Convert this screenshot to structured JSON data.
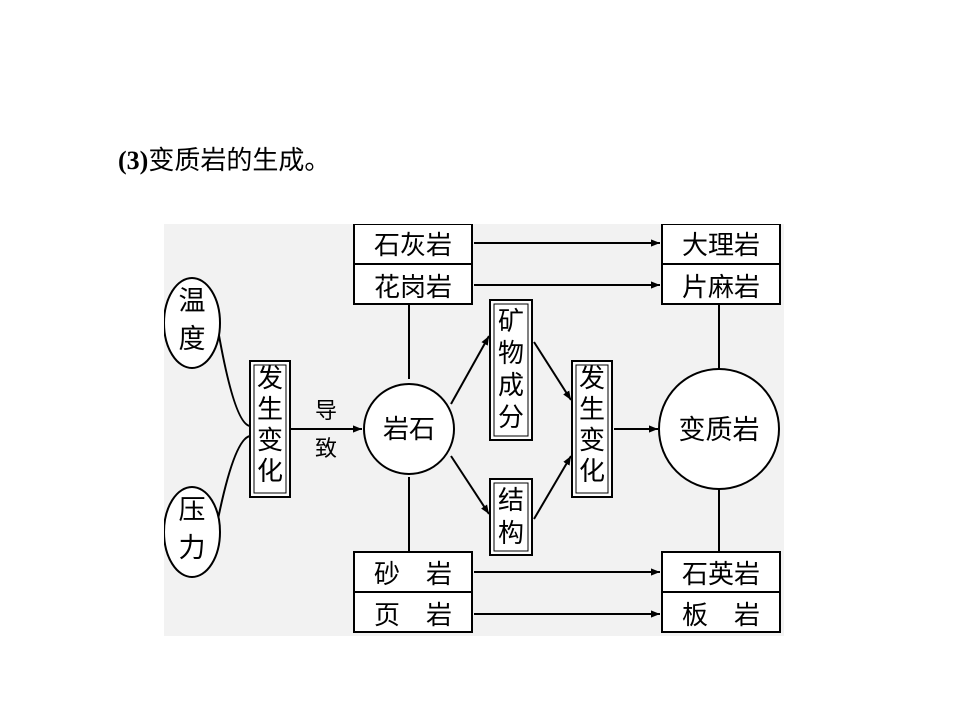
{
  "heading": {
    "number": "(3)",
    "text": "变质岩的生成。"
  },
  "diagram": {
    "factors": [
      "温度",
      "压力"
    ],
    "change_box": "发生变化",
    "lead_to": "导致",
    "rock": "岩石",
    "composition": "矿物成分",
    "structure": "结构",
    "change_box_2": "发生变化",
    "result": "变质岩",
    "sources": [
      "石灰岩",
      "花岗岩",
      "砂　岩",
      "页　岩"
    ],
    "products": [
      "大理岩",
      "片麻岩",
      "石英岩",
      "板　岩"
    ]
  }
}
